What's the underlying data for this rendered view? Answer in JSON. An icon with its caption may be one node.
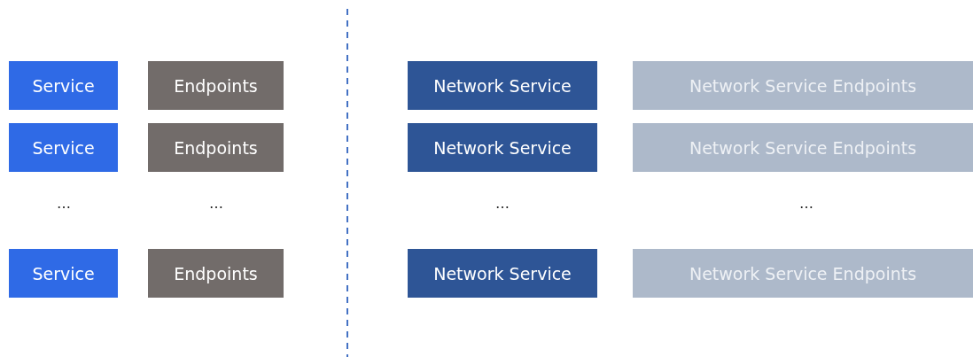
{
  "diagram": {
    "nodes": [
      {
        "text": [
          "Service"
        ]
      },
      {
        "text": [
          "Endpoints"
        ]
      },
      {
        "text": [
          "Network Service"
        ]
      },
      {
        "text": [
          "Network Service Endpoints"
        ]
      },
      {
        "text": [
          "Service"
        ]
      },
      {
        "text": [
          "Endpoints"
        ]
      },
      {
        "text": [
          "Network Service"
        ]
      },
      {
        "text": [
          "Network Service Endpoints"
        ]
      },
      {
        "text": [
          "Service"
        ]
      },
      {
        "text": [
          "Endpoints"
        ]
      },
      {
        "text": [
          "Network Service"
        ]
      },
      {
        "text": [
          "Network Service Endpoints"
        ]
      }
    ],
    "labels": [
      "…",
      "…",
      "…",
      "…"
    ]
  }
}
